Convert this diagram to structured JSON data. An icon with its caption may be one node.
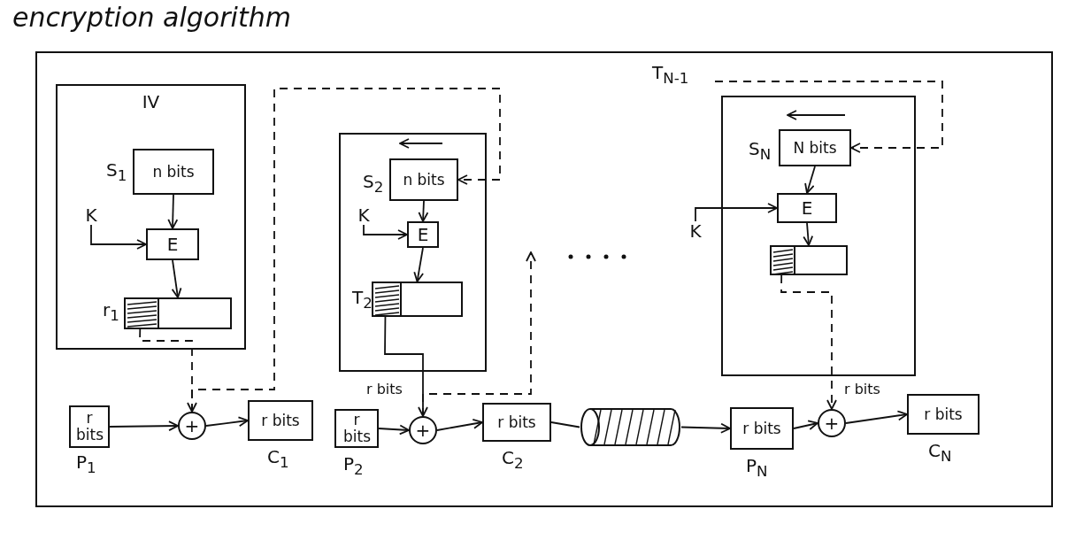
{
  "diagram": {
    "title": "encryption algorithm",
    "nodes": [
      {
        "text": [],
        "shape": "box"
      },
      {
        "text": [
          "IV"
        ],
        "in": 0
      },
      {
        "text": [
          "n bits"
        ],
        "in": 1,
        "beside": [
          "S$_{1}$"
        ]
      },
      {
        "text": [
          "K"
        ],
        "in": 1
      },
      {
        "text": [
          "E"
        ],
        "in": 1
      },
      {
        "text": [],
        "shape": "box",
        "in": 1,
        "beside": [
          "r$_{1}$"
        ]
      },
      {
        "text": [
          "r bits"
        ],
        "in": 0,
        "beside": [
          "P$_{1}$"
        ]
      },
      {
        "text": [
          "+"
        ],
        "in": 0
      },
      {
        "text": [
          "r bits"
        ],
        "in": 0,
        "beside": [
          "C$_{1}$"
        ]
      },
      {
        "text": [],
        "shape": "box",
        "in": 0
      },
      {
        "text": [
          "n bits"
        ],
        "in": 9,
        "beside": [
          "S$_{2}$"
        ]
      },
      {
        "text": [
          "K"
        ],
        "in": 9
      },
      {
        "text": [
          "E"
        ],
        "in": 9
      },
      {
        "text": [],
        "shape": "box",
        "in": 9,
        "beside": [
          "T$_{2}$"
        ]
      },
      {
        "text": [
          "r bits"
        ],
        "in": 0,
        "beside": [
          "P$_{2}$"
        ]
      },
      {
        "text": [
          "+"
        ],
        "in": 0
      },
      {
        "text": [
          "r bits"
        ],
        "in": 0,
        "beside": [
          "C$_{2}$"
        ]
      },
      {
        "text": [],
        "shape": "cylinder",
        "in": 0
      },
      {
        "text": [],
        "shape": "box",
        "in": 0
      },
      {
        "text": [
          "N bits"
        ],
        "in": 18,
        "beside": [
          "S$_{N}$"
        ]
      },
      {
        "text": [
          "K"
        ],
        "in": 0
      },
      {
        "text": [
          "E"
        ],
        "in": 18
      },
      {
        "text": [],
        "shape": "box",
        "in": 18
      },
      {
        "text": [
          "r bits"
        ],
        "in": 0,
        "beside": [
          "P$_{N}$"
        ]
      },
      {
        "text": [
          "+"
        ],
        "in": 0
      },
      {
        "text": [
          "r bits"
        ],
        "in": 0,
        "beside": [
          "C$_{N}$"
        ]
      }
    ],
    "edges": [
      {
        "from": 2,
        "to": 4,
        "arrow": "to"
      },
      {
        "from": 3,
        "to": 4,
        "arrow": "to"
      },
      {
        "from": 4,
        "to": 5,
        "arrow": "to"
      },
      {
        "from": 5,
        "to": 7,
        "arrow": "to",
        "style": "dashed"
      },
      {
        "from": 6,
        "to": 7,
        "arrow": "to"
      },
      {
        "from": 7,
        "to": 8,
        "arrow": "to"
      },
      {
        "from": 7,
        "to": 10,
        "arrow": "to",
        "style": "dashed"
      },
      {
        "from": 10,
        "to": 12,
        "arrow": "to"
      },
      {
        "from": 11,
        "to": 12,
        "arrow": "to"
      },
      {
        "from": 12,
        "to": 13,
        "arrow": "to"
      },
      {
        "from": 13,
        "to": 15,
        "arrow": "to",
        "label": "r bits"
      },
      {
        "from": 15,
        "to": null,
        "arrow": "to",
        "style": "dashed"
      },
      {
        "from": 14,
        "to": 15,
        "arrow": "to"
      },
      {
        "from": 15,
        "to": 16,
        "arrow": "to"
      },
      {
        "from": 16,
        "to": 17,
        "arrow": "none"
      },
      {
        "from": 17,
        "to": 23,
        "arrow": "to"
      },
      {
        "from": 23,
        "to": 24,
        "arrow": "to"
      },
      {
        "from": 24,
        "to": 25,
        "arrow": "to"
      },
      {
        "from": 19,
        "to": 21,
        "arrow": "to"
      },
      {
        "from": 20,
        "to": 21,
        "arrow": "to"
      },
      {
        "from": 21,
        "to": 22,
        "arrow": "to"
      },
      {
        "from": 22,
        "to": 24,
        "arrow": "to",
        "style": "dashed",
        "label": "r bits"
      },
      {
        "from": null,
        "to": 19,
        "arrow": "to",
        "style": "dashed",
        "label": "T$_{N-1}$"
      }
    ]
  }
}
